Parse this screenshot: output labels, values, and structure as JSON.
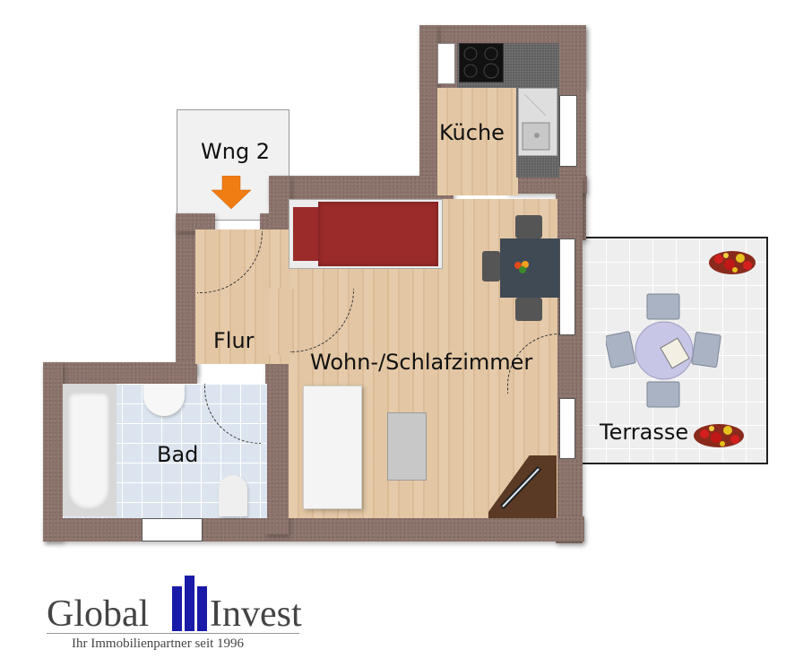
{
  "floorplan": {
    "rooms": {
      "kitchen": {
        "label": "Küche"
      },
      "neighbor": {
        "label": "Wng 2"
      },
      "hall": {
        "label": "Flur"
      },
      "living": {
        "label": "Wohn-/Schlafzimmer"
      },
      "bath": {
        "label": "Bad"
      },
      "terrace": {
        "label": "Terrasse"
      }
    },
    "entrance_arrow": {
      "icon": "arrow-down-icon",
      "color": "#f07c14"
    },
    "colors": {
      "wall": "#8a726a",
      "wood_floor": "#e2c49f",
      "bath_tile": "#dce5ef",
      "terrace_tile": "#eeeeee",
      "bed": "#9b2a2a",
      "dining_table": "#3f4a55"
    }
  },
  "logo": {
    "word_left": "Global",
    "word_right": "Invest",
    "tagline": "Ihr Immobilienpartner seit 1996",
    "bar_color": "#1a1aa8"
  }
}
